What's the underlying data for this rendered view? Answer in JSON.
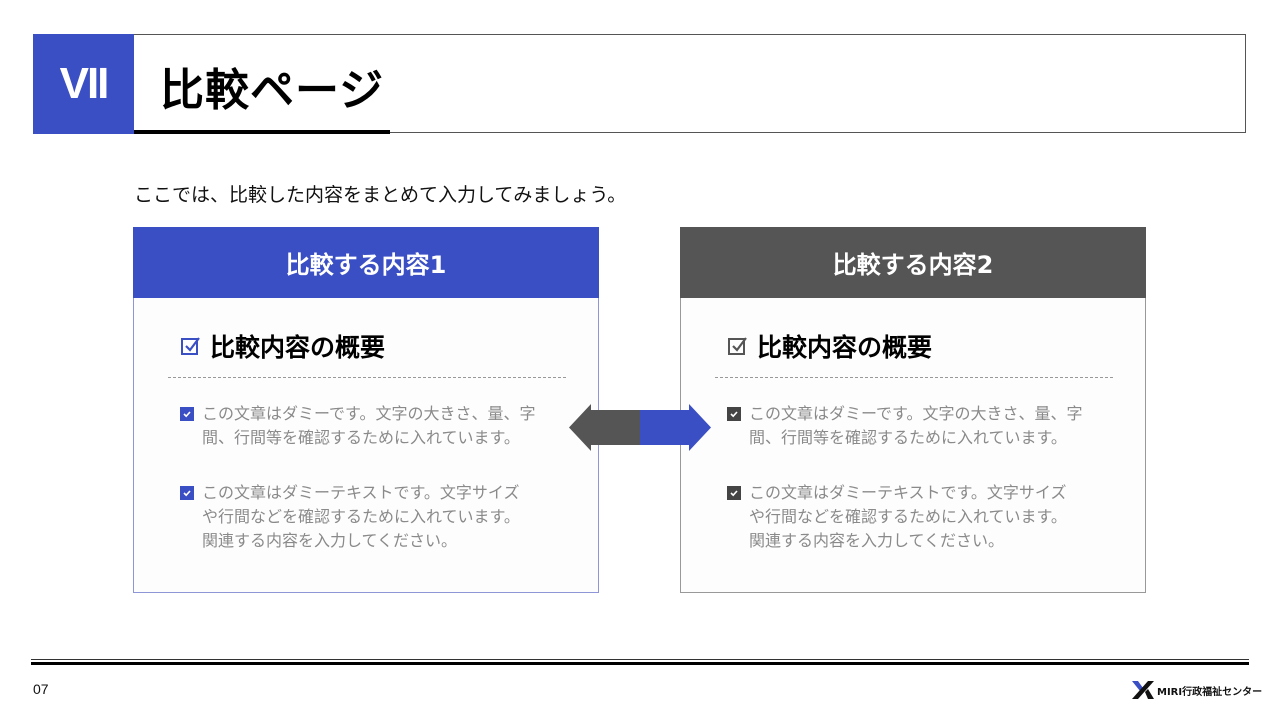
{
  "header": {
    "section_number": "VII",
    "title": "比較ページ"
  },
  "intro": "ここでは、比較した内容をまとめて入力してみましょう。",
  "cards": [
    {
      "title": "比較する内容1",
      "subtitle": "比較内容の概要",
      "accent": "#3b4fc4",
      "items": [
        "この文章はダミーです。文字の大きさ、量、字\n間、行間等を確認するために入れています。",
        "この文章はダミーテキストです。文字サイズ\nや行間などを確認するために入れています。\n関連する内容を入力してください。"
      ]
    },
    {
      "title": "比較する内容2",
      "subtitle": "比較内容の概要",
      "accent": "#555555",
      "items": [
        "この文章はダミーです。文字の大きさ、量、字\n間、行間等を確認するために入れています。",
        "この文章はダミーテキストです。文字サイズ\nや行間などを確認するために入れています。\n関連する内容を入力してください。"
      ]
    }
  ],
  "arrow": {
    "left_color": "#555555",
    "right_color": "#3b4fc4"
  },
  "footer": {
    "page_number": "07",
    "logo_text": "MIRI行政福祉センター"
  }
}
